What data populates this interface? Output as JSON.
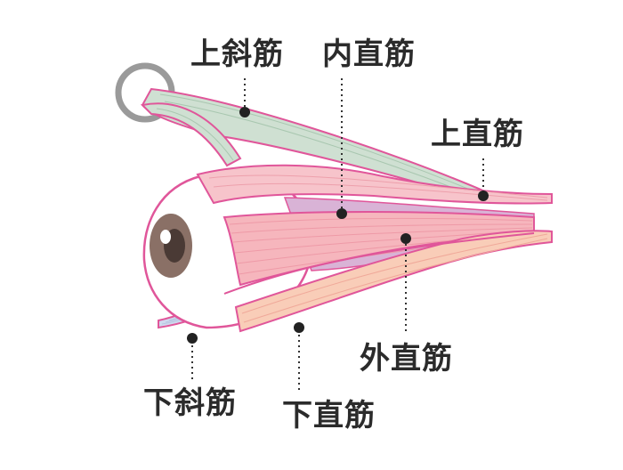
{
  "labels": {
    "superior_oblique": "上斜筋",
    "medial_rectus": "内直筋",
    "superior_rectus": "上直筋",
    "lateral_rectus": "外直筋",
    "inferior_oblique": "下斜筋",
    "inferior_rectus": "下直筋"
  },
  "colors": {
    "muscle_pink": "#f7c4cb",
    "muscle_stroke": "#e0569a",
    "rectus_fill": "#f6b6bd",
    "oblique_green": "#cfe0d2",
    "oblique_blue": "#cfd9ee",
    "inferior_orange": "#f9cdb8",
    "medial_purple": "#d9b3d6",
    "sclera": "#ffffff",
    "iris": "#8a7066",
    "pupil": "#4a3a35",
    "trochlea_gray": "#9a9a9a",
    "label_text": "#2b2b2b"
  },
  "icons": {
    "pointer_dot": "black-dot-icon",
    "trochlea": "ring-icon"
  }
}
